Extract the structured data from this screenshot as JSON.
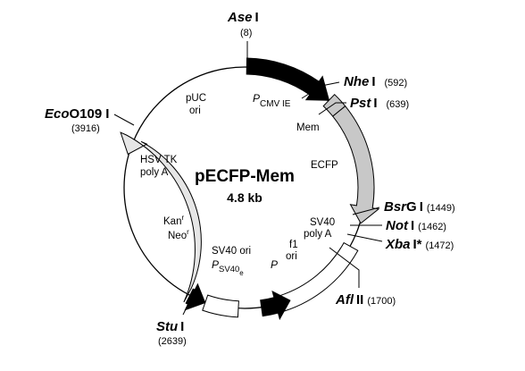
{
  "plasmid": {
    "name": "pECFP-Mem",
    "size": "4.8 kb"
  },
  "sites": {
    "ase": {
      "name": "Ase",
      "roman": "I",
      "pos": "(8)"
    },
    "nhe": {
      "name": "Nhe",
      "roman": "I",
      "pos": "(592)"
    },
    "pst": {
      "name": "Pst",
      "roman": "I",
      "pos": "(639)"
    },
    "bsrg": {
      "name": "Bsr",
      "name2": "G",
      "roman": "I",
      "pos": "(1449)"
    },
    "not": {
      "name": "Not",
      "roman": "I",
      "pos": "(1462)"
    },
    "xba": {
      "name": "Xba",
      "roman": "I*",
      "pos": "(1472)"
    },
    "afl": {
      "name": "Afl",
      "roman": "II",
      "pos": "(1700)"
    },
    "stu": {
      "name": "Stu",
      "roman": "I",
      "pos": "(2639)"
    },
    "eco": {
      "name": "Eco",
      "name2": "O109",
      "roman": "I",
      "pos": "(3916)"
    }
  },
  "features": {
    "pcmv": {
      "p": "P",
      "sub": "CMV IE"
    },
    "mem": "Mem",
    "ecfp": "ECFP",
    "sv40polya": {
      "line1": "SV40",
      "line2": "poly A"
    },
    "f1ori": {
      "line1": "f1",
      "line2": "ori"
    },
    "p_small": "P",
    "sv40ori": "SV40 ori",
    "psv40e": {
      "p": "P",
      "sub": "SV40",
      "subsub": "e"
    },
    "kanneo": {
      "line1": "Kan",
      "sup1": "r",
      "line2": "Neo",
      "sup2": "r"
    },
    "hsvtk": {
      "line1": "HSV TK",
      "line2": "poly A"
    },
    "puc": {
      "line1": "pUC",
      "line2": "ori"
    }
  },
  "colors": {
    "black": "#000000",
    "light_gray": "#c8c8c8",
    "pale_gray": "#e6e6e6",
    "white": "#ffffff"
  }
}
